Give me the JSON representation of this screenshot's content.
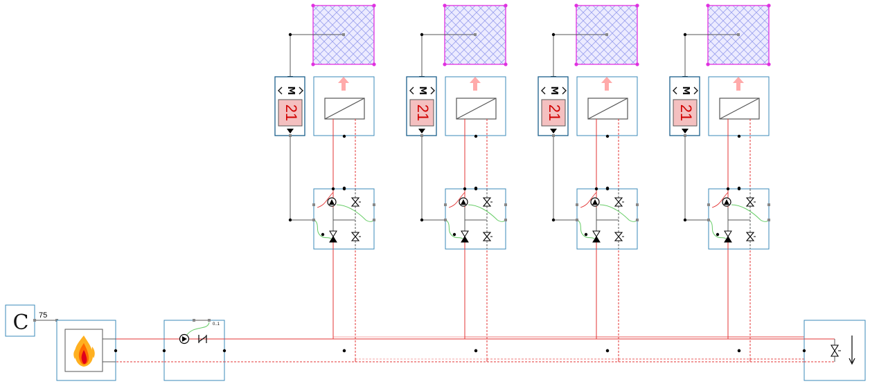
{
  "controller": {
    "symbol": "C",
    "setpoint_label": "75"
  },
  "pump_group": {
    "label": "0..1"
  },
  "circuits": [
    {
      "id": "circuit-1",
      "motor_label": "21",
      "motor_symbol": "M"
    },
    {
      "id": "circuit-2",
      "motor_label": "21",
      "motor_symbol": "M"
    },
    {
      "id": "circuit-3",
      "motor_label": "21",
      "motor_symbol": "M"
    },
    {
      "id": "circuit-4",
      "motor_label": "21",
      "motor_symbol": "M"
    }
  ],
  "icons": {
    "heat_source": "flame-icon",
    "pump": "pump-icon",
    "check_valve": "check-valve-icon",
    "mixing_valve": "mixing-valve-icon",
    "radiator": "radiator-icon",
    "heat_output": "heat-arrow-icon",
    "room": "room-zone-icon",
    "return_arrow": "arrow-down-icon"
  },
  "colors": {
    "supply": "#e33333",
    "block_border": "#3a8ab8",
    "signal": "#555555",
    "control_signal": "#66cc66",
    "room_border": "#e030e0",
    "room_hatch": "#9aa0ee",
    "heat_arrow": "#ffaaaa"
  }
}
